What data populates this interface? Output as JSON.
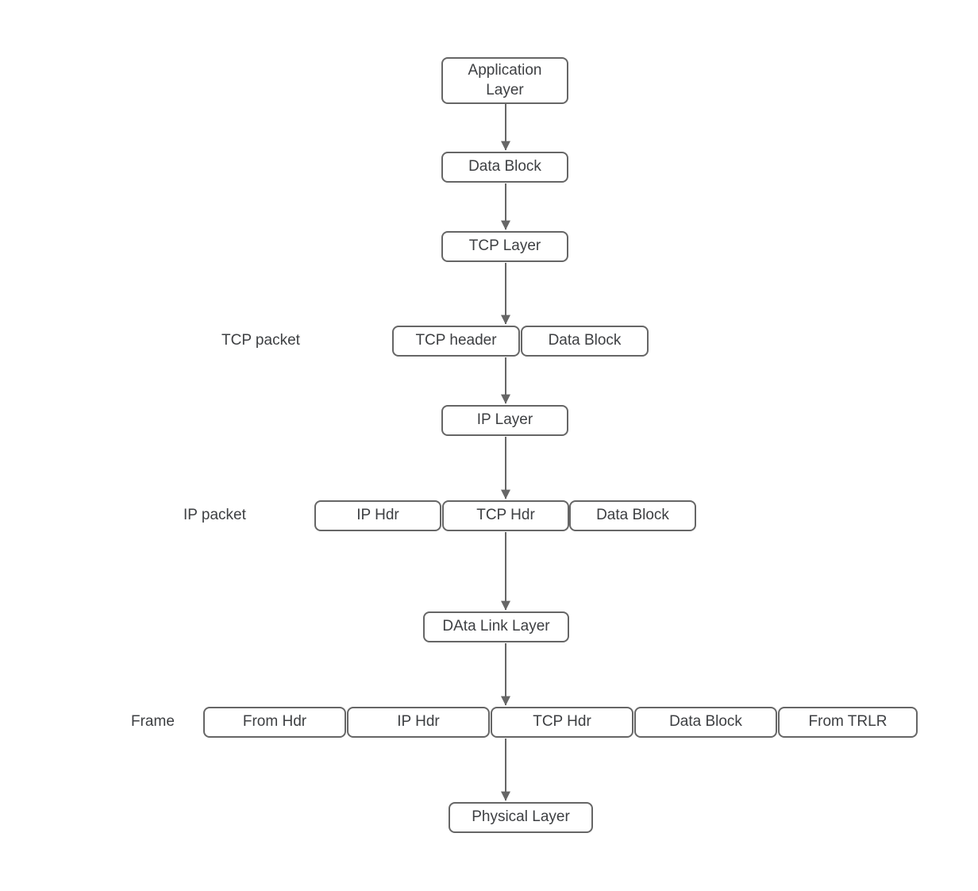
{
  "diagram": {
    "description": "TCP/IP encapsulation flow diagram",
    "nodes": {
      "application_layer": {
        "label": "Application Layer"
      },
      "data_block_1": {
        "label": "Data Block"
      },
      "tcp_layer": {
        "label": "TCP Layer"
      },
      "tcp_header": {
        "label": "TCP header"
      },
      "data_block_2": {
        "label": "Data Block"
      },
      "ip_layer": {
        "label": "IP Layer"
      },
      "ip_hdr_1": {
        "label": "IP Hdr"
      },
      "tcp_hdr_1": {
        "label": "TCP Hdr"
      },
      "data_block_3": {
        "label": "Data Block"
      },
      "data_link_layer": {
        "label": "DAta Link Layer"
      },
      "from_hdr": {
        "label": "From Hdr"
      },
      "ip_hdr_2": {
        "label": "IP Hdr"
      },
      "tcp_hdr_2": {
        "label": "TCP Hdr"
      },
      "data_block_4": {
        "label": "Data Block"
      },
      "from_trlr": {
        "label": "From TRLR"
      },
      "physical_layer": {
        "label": "Physical Layer"
      }
    },
    "labels": {
      "tcp_packet": "TCP packet",
      "ip_packet": "IP packet",
      "frame": "Frame"
    },
    "colors": {
      "border": "#666666",
      "text": "#3d3f42",
      "arrow": "#666666",
      "background": "#ffffff"
    }
  }
}
